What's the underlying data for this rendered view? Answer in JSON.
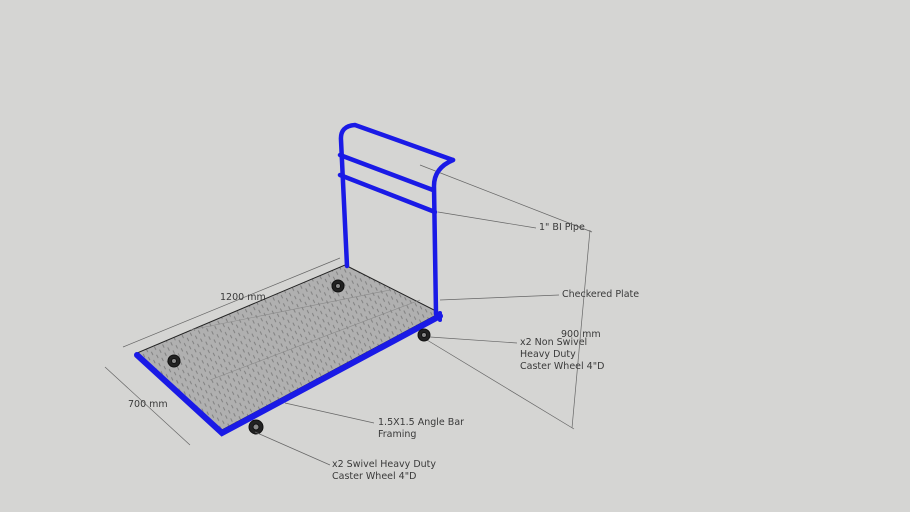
{
  "dimensions": {
    "length": "1200 mm",
    "width": "700 mm",
    "height": "900 mm"
  },
  "annotations": {
    "pipe": "1\" BI Pipe",
    "plate": "Checkered Plate",
    "non_swivel": [
      "x2 Non Swivel",
      "Heavy Duty",
      "Caster Wheel 4\"D"
    ],
    "angle_bar": [
      "1.5X1.5 Angle Bar",
      "Framing"
    ],
    "swivel": [
      "x2 Swivel Heavy Duty",
      "Caster Wheel 4\"D"
    ]
  },
  "colors": {
    "background": "#d5d5d3",
    "frame": "#1a1ae6",
    "plate": "#a9a9a9",
    "lines": "#555555"
  }
}
